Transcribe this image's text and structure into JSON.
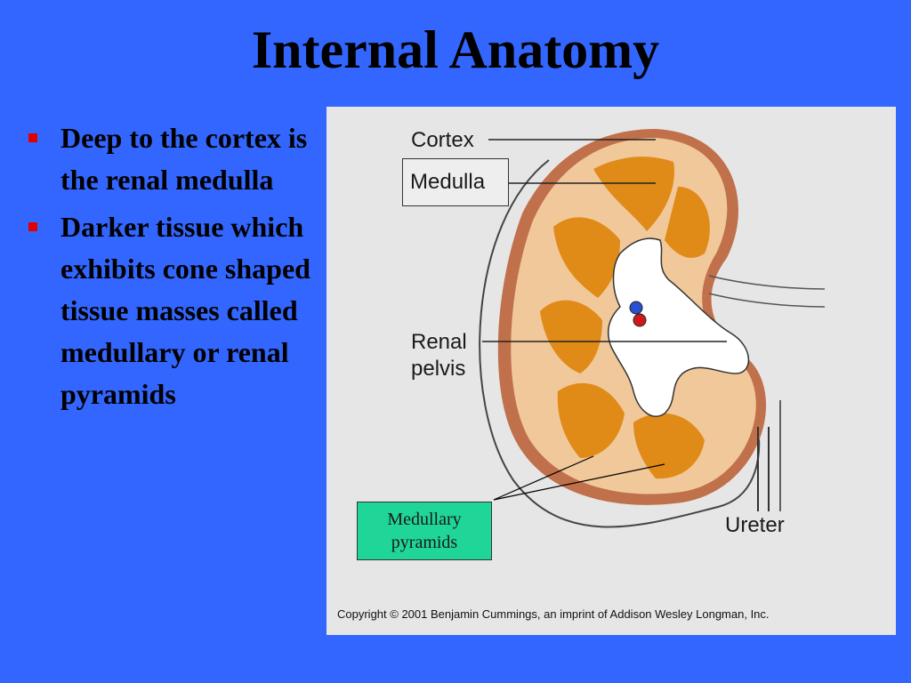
{
  "slide": {
    "title": "Internal Anatomy",
    "bullets": [
      {
        "text": "Deep to the cortex is the renal medulla"
      },
      {
        "text": "Darker tissue which exhibits cone shaped tissue masses called medullary or renal pyramids"
      }
    ]
  },
  "figure": {
    "labels": {
      "cortex": "Cortex",
      "medulla": "Medulla",
      "renal_pelvis": "Renal pelvis",
      "ureter": "Ureter"
    },
    "callout": "Medullary pyramids",
    "copyright": "Copyright © 2001 Benjamin Cummings, an imprint of Addison Wesley Longman, Inc."
  },
  "colors": {
    "background": "#3366ff",
    "bullet_marker": "#e00000",
    "callout_fill": "#1fd698",
    "capsule": "#c0704a",
    "cortex": "#f0c89a",
    "medulla": "#e08a18",
    "pelvis": "#ffffff"
  }
}
